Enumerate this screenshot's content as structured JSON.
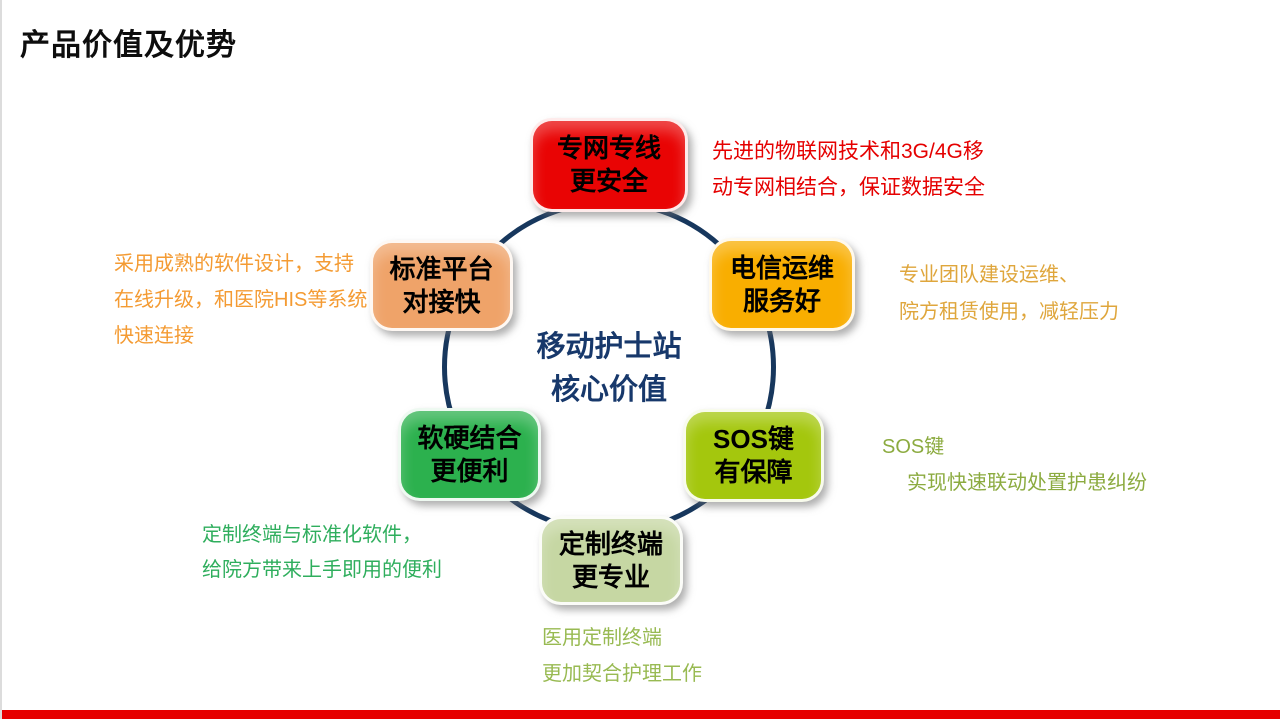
{
  "page": {
    "title": "产品价值及优势"
  },
  "diagram": {
    "circle_color": "#17375d",
    "center": {
      "line1": "移动护士站",
      "line2": "核心价值",
      "color": "#17386b"
    }
  },
  "nodes": [
    {
      "id": "private-network",
      "line1": "专网专线",
      "line2": "更安全",
      "color": "#e90404"
    },
    {
      "id": "telecom-ops",
      "line1": "电信运维",
      "line2": "服务好",
      "color": "#f9ae00"
    },
    {
      "id": "sos-key",
      "line1": "SOS键",
      "line2": "有保障",
      "color": "#a4c70d"
    },
    {
      "id": "custom-terminal",
      "line1": "定制终端",
      "line2": "更专业",
      "color": "#c6d7a3"
    },
    {
      "id": "soft-hard",
      "line1": "软硬结合",
      "line2": "更便利",
      "color": "#2cb14e"
    },
    {
      "id": "standard-platform",
      "line1": "标准平台",
      "line2": "对接快",
      "color": "#efa369"
    }
  ],
  "annotations": {
    "top_right": {
      "text": "先进的物联网技术和3G/4G移\n动专网相结合，保证数据安全",
      "color": "#e50000"
    },
    "right": {
      "text": "专业团队建设运维、\n院方租赁使用，减轻压力",
      "color": "#dfa63c"
    },
    "sos": {
      "line1": "SOS键",
      "line2": "实现快速联动处置护患纠纷",
      "color": "#8cab40"
    },
    "bottom": {
      "text": "医用定制终端\n更加契合护理工作",
      "color": "#98ba52"
    },
    "lower_left": {
      "text": "定制终端与标准化软件，\n给院方带来上手即用的便利",
      "color": "#2fae5d"
    },
    "upper_left": {
      "text": "采用成熟的软件设计，支持\n在线升级，和医院HIS等系统\n快速连接",
      "color": "#f49b33"
    }
  },
  "footer": {
    "bar_color": "#e60000"
  }
}
